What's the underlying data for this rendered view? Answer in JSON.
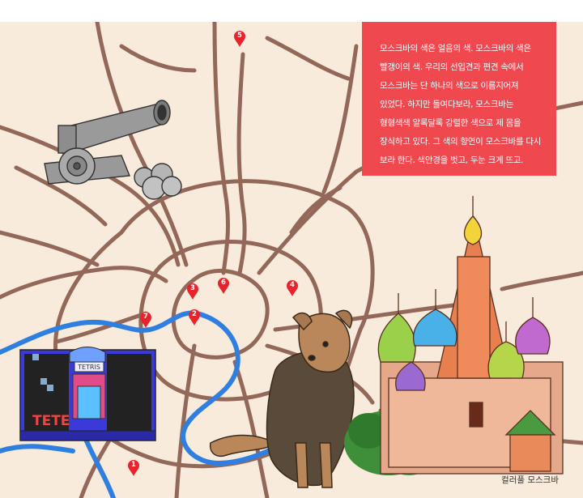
{
  "description_text": "모스크바의 색은 얼음의 색. 모스크바의 색은 빨갱이의 색. 우리의 선입견과 편견 속에서 모스크바는 단 하나의 색으로 이름지어져 있었다. 하지만 들여다보라, 모스크바는 형형색색 알록달록 강렬한 색으로 제 몸을 장식하고 있다. 그 색의 향연이 모스크바를 다시 보라 한다. 색안경을 벗고, 두눈 크게 뜨고.",
  "caption": "컬러풀 모스크바",
  "pins": [
    {
      "label": "1"
    },
    {
      "label": "2"
    },
    {
      "label": "3"
    },
    {
      "label": "4"
    },
    {
      "label": "5"
    },
    {
      "label": "6"
    },
    {
      "label": "7"
    }
  ],
  "colors": {
    "background": "#f8ebdb",
    "roads": "#8a5a4c",
    "river": "#2f7fe0",
    "text_box": "#f0484f",
    "pin": "#e8232c"
  },
  "illustrations": [
    "tsar-cannon",
    "tetris-shop-building",
    "sitting-dog",
    "st-basils-cathedral"
  ],
  "shop_sign": {
    "sign_text": "TETRIS",
    "window_text": "TETE"
  }
}
